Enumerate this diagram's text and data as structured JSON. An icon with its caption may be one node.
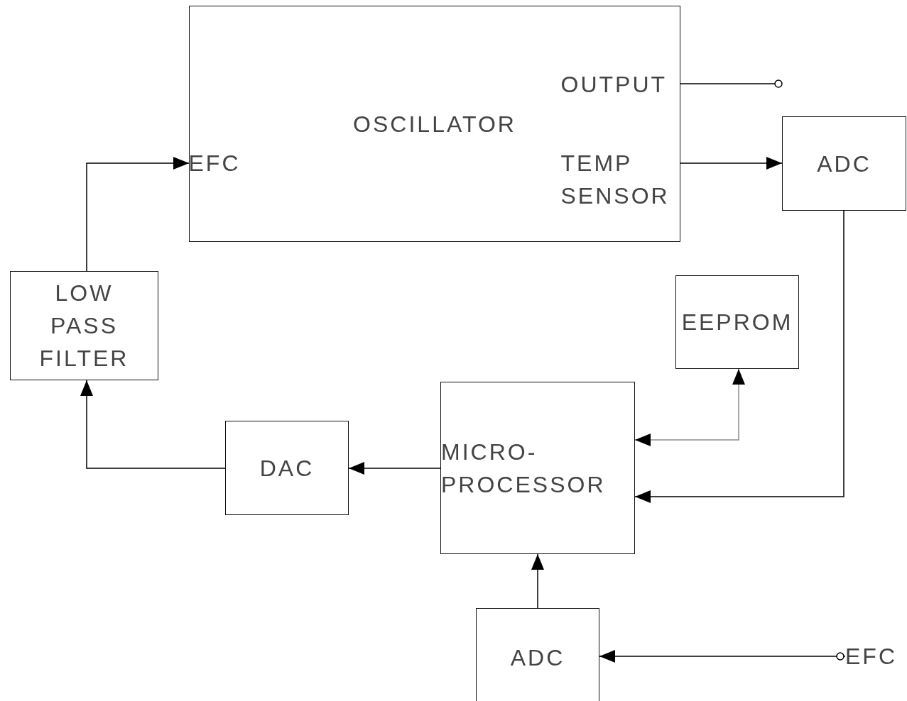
{
  "diagram": {
    "nodes": [
      {
        "text": [
          "OSCILLATOR"
        ]
      },
      {
        "text": [
          "EFC"
        ],
        "in": 0
      },
      {
        "text": [
          "OUTPUT"
        ],
        "in": 0
      },
      {
        "text": [
          "TEMP SENSOR"
        ],
        "in": 0
      },
      {
        "text": [
          "ADC"
        ]
      },
      {
        "text": [
          "LOW PASS FILTER"
        ]
      },
      {
        "text": [
          "EEPROM"
        ]
      },
      {
        "text": [
          "DAC"
        ]
      },
      {
        "text": [
          "MICRO- PROCESSOR"
        ]
      },
      {
        "text": [
          "ADC"
        ]
      },
      {
        "text": [
          "EFC"
        ]
      }
    ],
    "edges": [
      {
        "from": 2,
        "to": null,
        "arrow": "other"
      },
      {
        "from": 3,
        "to": 4,
        "arrow": "to"
      },
      {
        "from": 4,
        "to": 8,
        "arrow": "to"
      },
      {
        "from": 8,
        "to": 6,
        "arrow": "both",
        "color": "#8c8c8c"
      },
      {
        "from": 8,
        "to": 7,
        "arrow": "to"
      },
      {
        "from": 7,
        "to": 5,
        "arrow": "to"
      },
      {
        "from": 5,
        "to": 1,
        "arrow": "to"
      },
      {
        "from": 9,
        "to": 8,
        "arrow": "to"
      },
      {
        "from": 10,
        "to": 9,
        "arrow": "to"
      }
    ]
  }
}
